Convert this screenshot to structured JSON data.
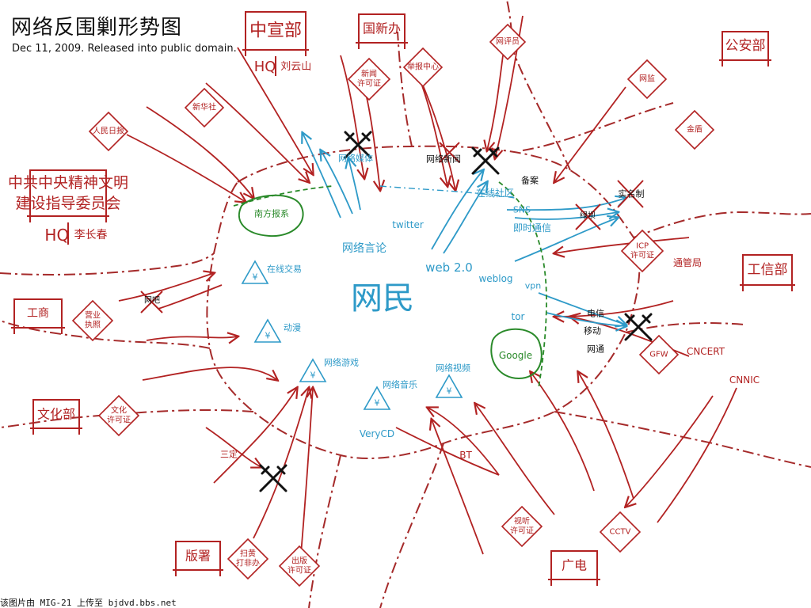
{
  "title": "网络反围剿形势图",
  "subtitle": "Dec 11, 2009. Released into public domain.",
  "footer": "该图片由 MIG-21 上传至 bjdvd.bbs.net",
  "center_label": "网民",
  "colors": {
    "red": "#b22222",
    "blue": "#2e9ac8",
    "green": "#2a8a2a",
    "black": "#111111"
  },
  "boxes": [
    {
      "name": "box-zhongxuanbu",
      "label": "中宣部",
      "sub": "HQ 刘云山"
    },
    {
      "name": "box-guoxinban",
      "label": "国新办",
      "sub": ""
    },
    {
      "name": "box-gonganbu",
      "label": "公安部",
      "sub": ""
    },
    {
      "name": "box-wenming",
      "label": "中共中央精神文明\n建设指导委员会",
      "sub": "HQ 李长春"
    },
    {
      "name": "box-gongshang",
      "label": "工商",
      "sub": ""
    },
    {
      "name": "box-gongxinbu",
      "label": "工信部",
      "sub": ""
    },
    {
      "name": "box-wenhuabu",
      "label": "文化部",
      "sub": ""
    },
    {
      "name": "box-banshu",
      "label": "版署",
      "sub": ""
    },
    {
      "name": "box-guangdian",
      "label": "广电",
      "sub": ""
    }
  ],
  "diamonds": [
    {
      "name": "diamond-xinhuashe",
      "label": "新华社"
    },
    {
      "name": "diamond-renminribao",
      "label": "人民日报"
    },
    {
      "name": "diamond-xinwen",
      "label": "新闻\n许可证"
    },
    {
      "name": "diamond-jubao",
      "label": "举报中心"
    },
    {
      "name": "diamond-wangpingyuan",
      "label": "网评员"
    },
    {
      "name": "diamond-wangjian",
      "label": "网监"
    },
    {
      "name": "diamond-jindun",
      "label": "金盾"
    },
    {
      "name": "diamond-icp",
      "label": "ICP\n许可证"
    },
    {
      "name": "diamond-yingye",
      "label": "营业\n执照"
    },
    {
      "name": "diamond-wenhua-xk",
      "label": "文化\n许可证"
    },
    {
      "name": "diamond-gfw",
      "label": "GFW"
    },
    {
      "name": "diamond-shiting",
      "label": "视听\n许可证"
    },
    {
      "name": "diamond-cctv",
      "label": "CCTV"
    },
    {
      "name": "diamond-saohuang",
      "label": "扫黄\n打非办"
    },
    {
      "name": "diamond-chuban",
      "label": "出版\n许可证"
    }
  ],
  "labels": {
    "red": [
      {
        "name": "label-tongguanju",
        "text": "通管局"
      },
      {
        "name": "label-cncert",
        "text": "CNCERT"
      },
      {
        "name": "label-cnnic",
        "text": "CNNIC"
      },
      {
        "name": "label-sanding",
        "text": "三定"
      },
      {
        "name": "label-bt",
        "text": "BT"
      }
    ],
    "black": [
      {
        "name": "label-wangba",
        "text": "网吧"
      },
      {
        "name": "label-wangluo-xinwen",
        "text": "网络新闻"
      },
      {
        "name": "label-fandu",
        "text": "备案"
      },
      {
        "name": "label-shimingzhi",
        "text": "实名制"
      },
      {
        "name": "label-lvba",
        "text": "绿坝"
      },
      {
        "name": "label-dianxin",
        "text": "电信"
      },
      {
        "name": "label-yidong",
        "text": "移动"
      },
      {
        "name": "label-wangtong",
        "text": "网通"
      }
    ],
    "blue": [
      {
        "name": "label-wangluo-meiti",
        "text": "网络媒体"
      },
      {
        "name": "label-twitter",
        "text": "twitter"
      },
      {
        "name": "label-wangluo-yanlun",
        "text": "网络言论"
      },
      {
        "name": "label-web20",
        "text": "web 2.0"
      },
      {
        "name": "label-zaixian-shequ",
        "text": "在线社区"
      },
      {
        "name": "label-sns",
        "text": "SNS"
      },
      {
        "name": "label-jishi-tongxin",
        "text": "即时通信"
      },
      {
        "name": "label-weblog",
        "text": "weblog"
      },
      {
        "name": "label-vpn",
        "text": "vpn"
      },
      {
        "name": "label-tor",
        "text": "tor"
      },
      {
        "name": "label-zaixian-jiaoyi",
        "text": "在线交易"
      },
      {
        "name": "label-dongman",
        "text": "动漫"
      },
      {
        "name": "label-wangluo-youxi",
        "text": "网络游戏"
      },
      {
        "name": "label-wangluo-yinyue",
        "text": "网络音乐"
      },
      {
        "name": "label-wangluo-shipin",
        "text": "网络视频"
      },
      {
        "name": "label-verycd",
        "text": "VeryCD"
      }
    ],
    "green": [
      {
        "name": "label-nanfang",
        "text": "南方报系"
      },
      {
        "name": "label-google",
        "text": "Google"
      }
    ]
  }
}
